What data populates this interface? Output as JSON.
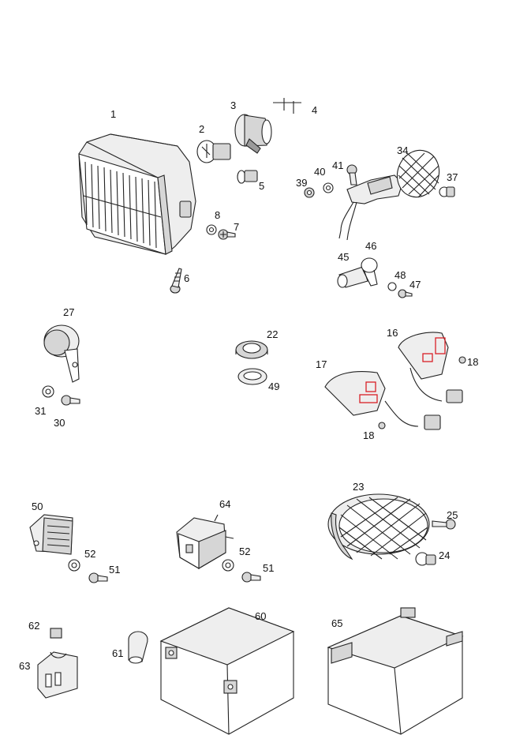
{
  "labels": {
    "p1": "1",
    "p2": "2",
    "p3": "3",
    "p4": "4",
    "p5": "5",
    "p6": "6",
    "p7": "7",
    "p8": "8",
    "p34": "34",
    "p37": "37",
    "p39": "39",
    "p40": "40",
    "p41": "41",
    "p45": "45",
    "p46": "46",
    "p47": "47",
    "p48": "48",
    "p27": "27",
    "p30": "30",
    "p31": "31",
    "p22": "22",
    "p49": "49",
    "p16": "16",
    "p17": "17",
    "p18a": "18",
    "p18b": "18",
    "p50": "50",
    "p51a": "51",
    "p52a": "52",
    "p64": "64",
    "p51b": "51",
    "p52b": "52",
    "p23": "23",
    "p24": "24",
    "p25": "25",
    "p60": "60",
    "p61": "61",
    "p62": "62",
    "p63": "63",
    "p65": "65"
  },
  "colors": {
    "line": "#222222",
    "highlight": "#d81f26"
  }
}
